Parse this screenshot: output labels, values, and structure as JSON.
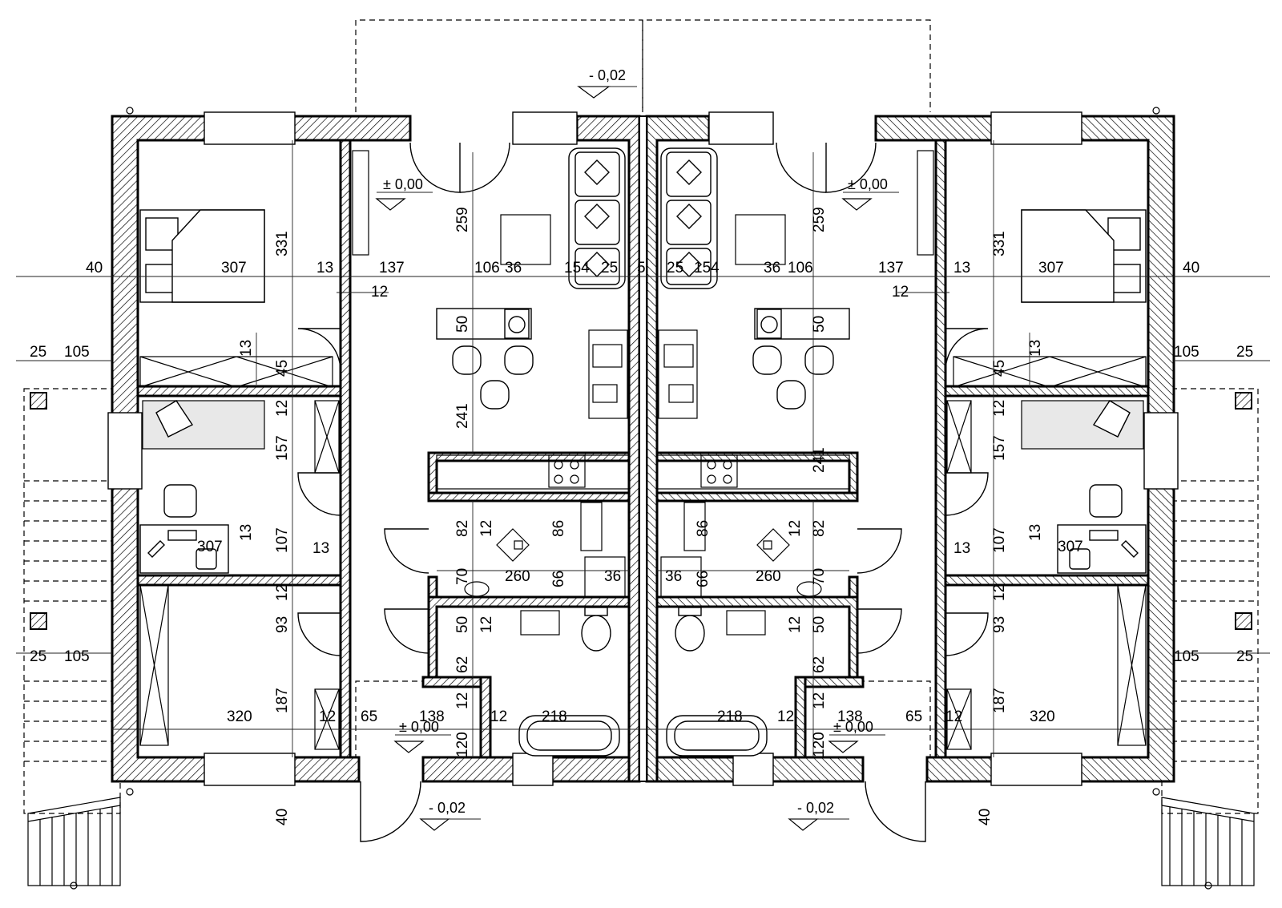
{
  "plan": {
    "levels": {
      "outer_top": "- 0,02",
      "outer_bottom": "- 0,02",
      "floor": "± 0,00"
    },
    "dims": {
      "d40": "40",
      "d307": "307",
      "d331": "331",
      "d13": "13",
      "d137": "137",
      "d106": "106",
      "d36": "36",
      "d154": "154",
      "d25": "25",
      "d5": "5",
      "d12": "12",
      "d259": "259",
      "d50": "50",
      "d105": "105",
      "d45": "45",
      "d241": "241",
      "d157": "157",
      "d82": "82",
      "d86": "86",
      "d107": "107",
      "d70": "70",
      "d260": "260",
      "d66": "66",
      "d93": "93",
      "d62": "62",
      "d187": "187",
      "d320": "320",
      "d65": "65",
      "d138": "138",
      "d218": "218",
      "d120": "120"
    }
  },
  "colors": {
    "ink": "#000000",
    "hatch": "#000000",
    "paper": "#ffffff",
    "fixture_fill": "#e8e8e8"
  },
  "icons": [
    "bed-icon",
    "sofa-icon",
    "dining-table-icon",
    "chair-icon",
    "sink-icon",
    "stove-icon",
    "toilet-icon",
    "bathtub-icon",
    "desk-icon",
    "wardrobe-icon",
    "door-swing-icon",
    "stairs-icon",
    "level-marker-icon"
  ]
}
